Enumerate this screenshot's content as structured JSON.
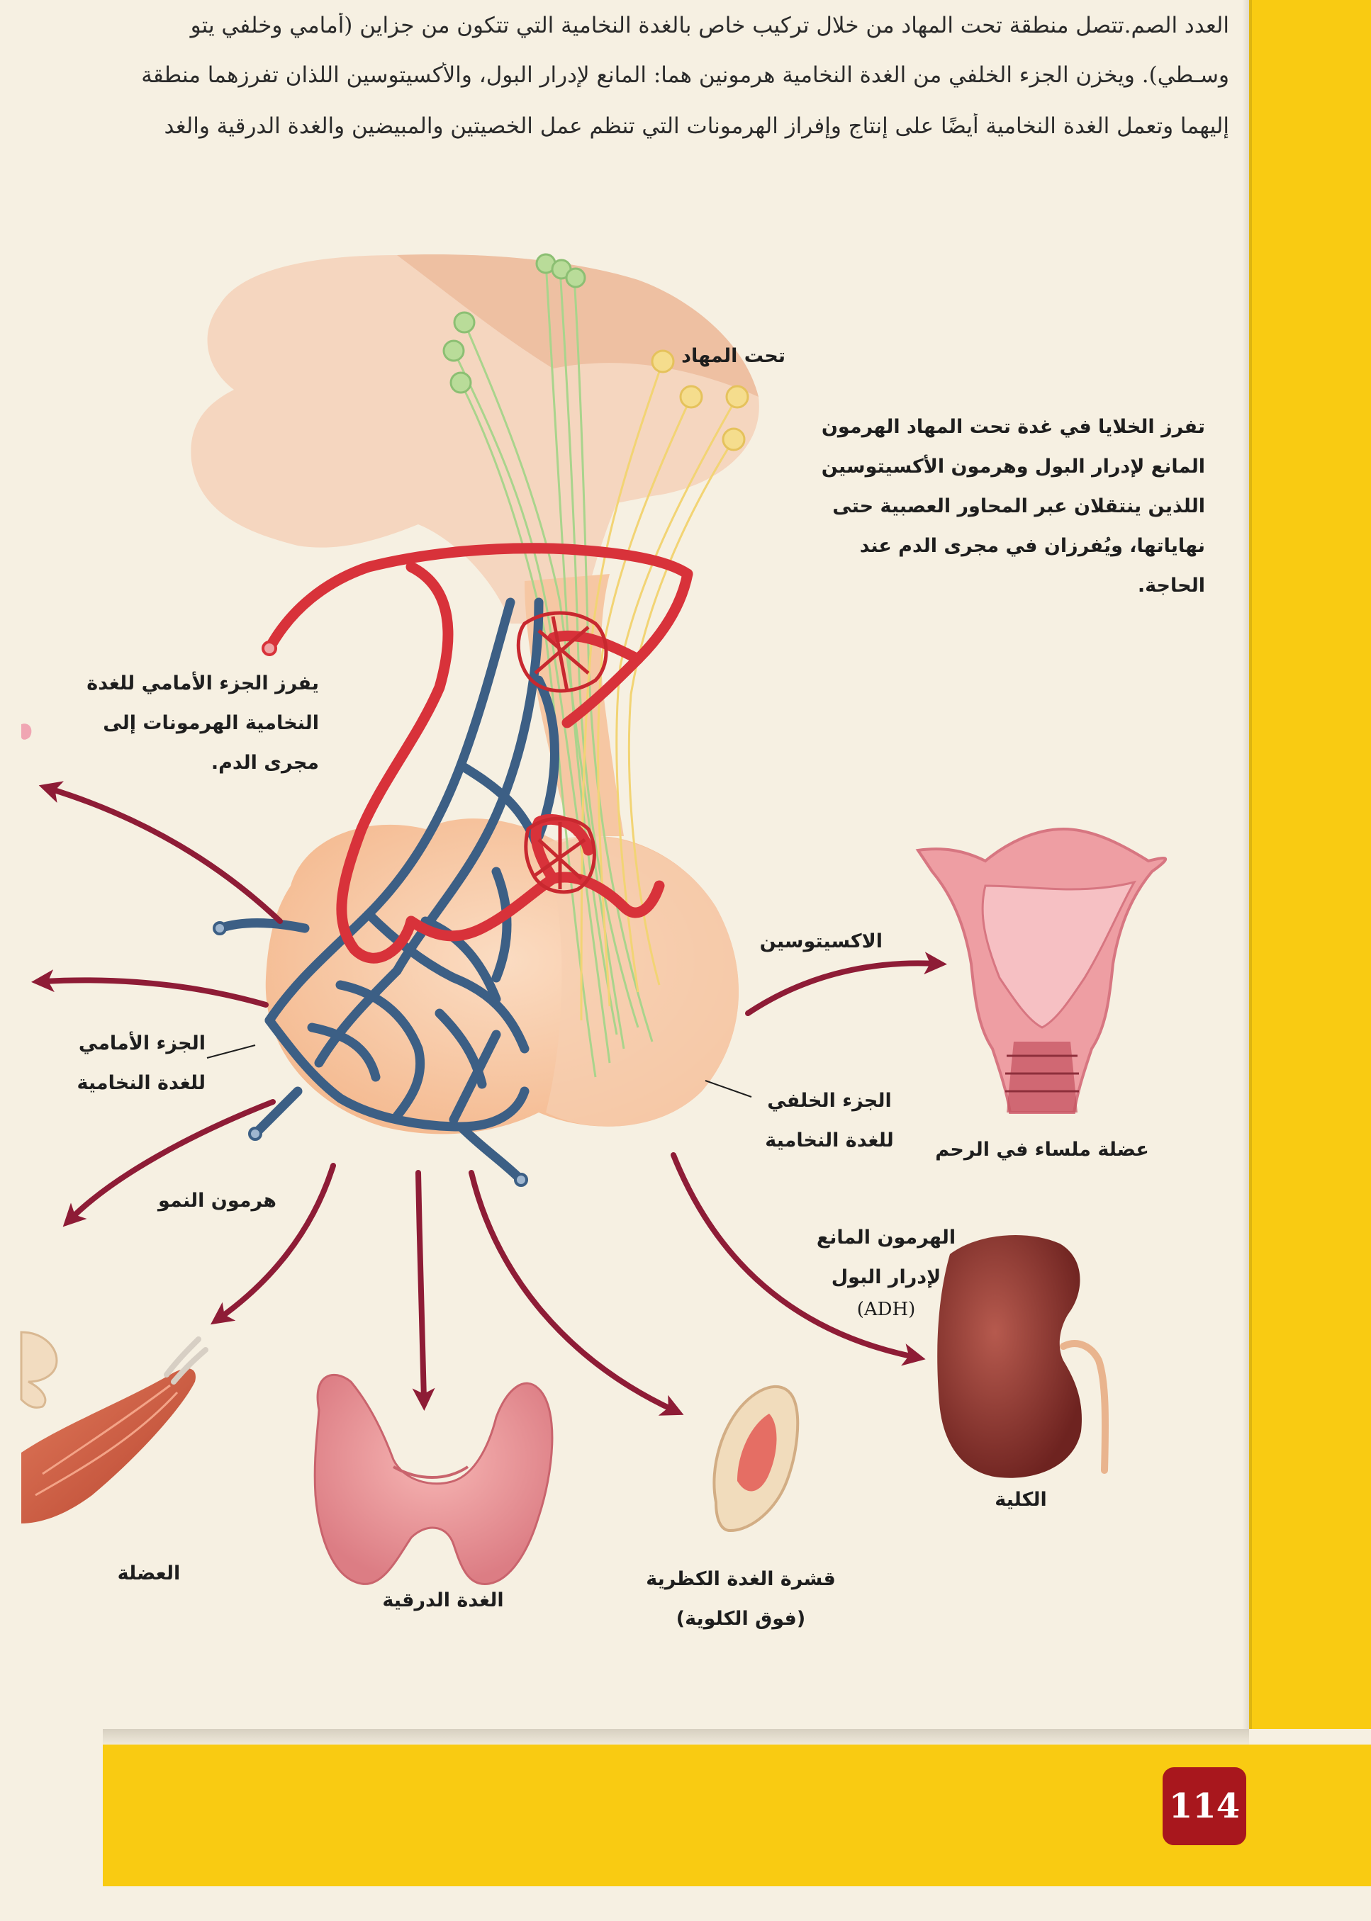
{
  "intro_paragraph": {
    "line1": "العدد الصم.تتصل منطقة تحت المهاد من خلال تركيب خاص بالغدة النخامية التي تتكون من جزاين (أمامي وخلفي يتو",
    "line2": "وسـطي). ويخزن الجزء الخلفي من الغدة النخامية هرمونين هما: المانع لإدرار البول، والأكسيتوسين اللذان تفرزهما منطقة",
    "line3": "إليهما وتعمل الغدة النخامية أيضًا على إنتاج وإفراز الهرمونات التي تنظم عمل الخصيتين والمبيضين والغدة الدرقية والغد"
  },
  "labels": {
    "hypothalamus": "تحت المهاد",
    "hypothalamus_desc": [
      "تفرز الخلايا في غدة تحت المهاد الهرمون",
      "المانع لإدرار البول وهرمون الأكسيتوسين",
      "اللذين ينتقلان عبر المحاور العصبية حتى",
      "نهاياتها، ويُفرزان في مجرى الدم عند",
      "الحاجة."
    ],
    "anterior_desc": [
      "يفرز الجزء الأمامي للغدة",
      "النخامية الهرمونات إلى",
      "مجرى الدم."
    ],
    "anterior_pituitary": [
      "الجزء الأمامي",
      "للغدة النخامية"
    ],
    "posterior_pituitary": [
      "الجزء الخلفي",
      "للغدة النخامية"
    ],
    "growth_hormone": "هرمون النمو",
    "oxytocin": "الاكسيتوسين",
    "uterus_muscle": "عضلة ملساء في الرحم",
    "adh": [
      "الهرمون المانع",
      "لإدرار البول"
    ],
    "adh_abbr": "(ADH)",
    "kidney": "الكلية",
    "muscle": "العضلة",
    "thyroid": "الغدة الدرقية",
    "adrenal_cortex": [
      "قشرة الغدة الكظرية",
      "(فوق الكلوية)"
    ]
  },
  "page_number": "114",
  "colors": {
    "accent_yellow": "#f9cb12",
    "arrow_maroon": "#8e1c36",
    "badge_red": "#a8171d",
    "artery_red": "#d8323a",
    "vein_blue": "#3c5f85",
    "tissue_peach": "#f8c9a6"
  }
}
